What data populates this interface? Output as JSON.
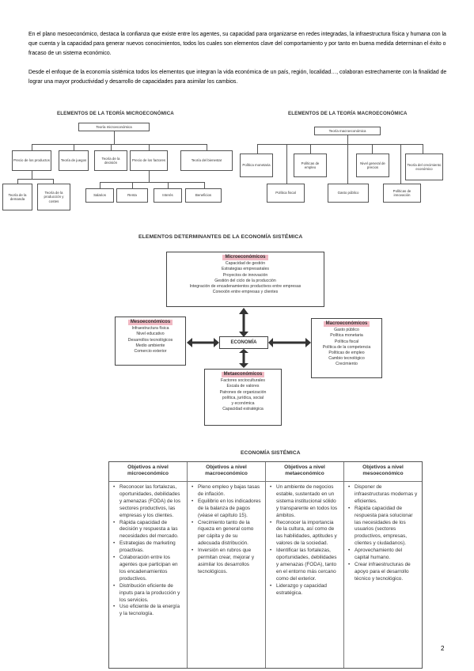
{
  "paragraphs": [
    "En el plano mesoeconómico, destaca la confianza que existe entre los agentes, su capacidad para organizarse en redes integradas, la infraestructura física y humana con la que cuenta y la capacidad para generar nuevos conocimientos, todos los cuales son elementos clave del comportamiento y por tanto en buena medida determinan el éxito o fracaso de un sistema económico.",
    "Desde el enfoque de la economía sistémica todos los elementos que integran la vida económica de un país, región, localidad…, colaboran estrechamente con la finalidad de lograr una mayor productividad y desarrollo de capacidades para asimilar los cambios."
  ],
  "micro": {
    "title": "ELEMENTOS DE LA TEORÍA MICROECONÓMICA",
    "root": "Teoría microeconómica",
    "level1": [
      "Precio de los productos",
      "Teoría de juegos",
      "Teoría de la decisión",
      "Precio de los factores",
      "Teoría del bienestar"
    ],
    "prices_children": [
      "Teoría de la demanda",
      "Teoría de la producción y costes"
    ],
    "factor_children": [
      "Salarios",
      "Renta",
      "Interés",
      "Beneficios"
    ]
  },
  "macro": {
    "title": "ELEMENTOS DE LA TEORÍA MACROECONÓMICA",
    "root": "Teoría macroeconómica",
    "upper": [
      "Política monetaria",
      "Políticas de empleo",
      "Nivel general de precios",
      "Teoría del crecimiento económico"
    ],
    "lower": [
      "Política fiscal",
      "Gasto público",
      "Políticas de innovación"
    ]
  },
  "determinants": {
    "title": "ELEMENTOS DETERMINANTES DE LA ECONOMÍA SISTÉMICA",
    "center": "ECONOMÍA",
    "micro": {
      "head": "Microeconómicos",
      "items": [
        "Capacidad de gestión",
        "Estrategias empresariales",
        "Proyectos de innovación",
        "Gestión del ciclo de la producción",
        "Integración de encadenamientos productivos entre empresas",
        "Conexión entre empresas y clientes"
      ]
    },
    "meso": {
      "head": "Mesoeconómicos",
      "items": [
        "Infraestructura física",
        "Nivel educativo",
        "Desarrollos tecnológicos",
        "Medio ambiente",
        "Comercio exterior"
      ]
    },
    "macro": {
      "head": "Macroeconómicos",
      "items": [
        "Gasto público",
        "Política monetaria",
        "Política fiscal",
        "Política de la competencia",
        "Políticas de empleo",
        "Cambio tecnológico",
        "Crecimiento"
      ]
    },
    "meta": {
      "head": "Metaeconómicos",
      "items": [
        "Factores socioculturales",
        "Escala de valores",
        "Patrones de organización",
        "política, jurídica, social",
        "y económica",
        "Capacidad estratégica"
      ]
    }
  },
  "table": {
    "title": "ECONOMÍA SISTÉMICA",
    "columns": [
      {
        "header": "Objetivos a nivel microeconómico",
        "items": [
          "Reconocer las fortalezas, oportunidades, debilidades y amenazas (FODA) de los sectores productivos, las empresas y los clientes.",
          "Rápida capacidad de decisión y respuesta a las necesidades del mercado.",
          "Estrategias de marketing proactivas.",
          "Colaboración entre los agentes que participan en los encadenamientos productivos.",
          "Distribución eficiente de inputs para la producción y los servicios.",
          "Uso eficiente de la energía y la tecnología."
        ]
      },
      {
        "header": "Objetivos a nivel macroeconómico",
        "items": [
          "Pleno empleo y bajas tasas de inflación.",
          "Equilibrio en los indicadores de la balanza de pagos (véase el capítulo 15).",
          "Crecimiento tanto de la riqueza en general como per cápita y de su adecuada distribución.",
          "Inversión en rubros que permitan crear, mejorar y asimilar los desarrollos tecnológicos."
        ]
      },
      {
        "header": "Objetivos a nivel metaeconómico",
        "items": [
          "Un ambiente de negocios estable, sustentado en un sistema institucional sólido y transparente en todos los ámbitos.",
          "Reconocer la importancia de la cultura, así como de las habilidades, aptitudes y valores de la sociedad.",
          "Identificar las fortalezas, oportunidades, debilidades y amenazas (FODA), tanto en el entorno más cercano como del exterior.",
          "Liderazgo y capacidad estratégica."
        ]
      },
      {
        "header": "Objetivos a nivel mesoeconómico",
        "items": [
          "Disponer de infraestructuras modernas y eficientes.",
          "Rápida capacidad de respuesta para solucionar las necesidades de los usuarios (sectores productivos, empresas, clientes y ciudadanos).",
          "Aprovechamiento del capital humano.",
          "Crear infraestructuras de apoyo para el desarrollo técnico y tecnológico."
        ]
      }
    ]
  },
  "page_number": "2"
}
